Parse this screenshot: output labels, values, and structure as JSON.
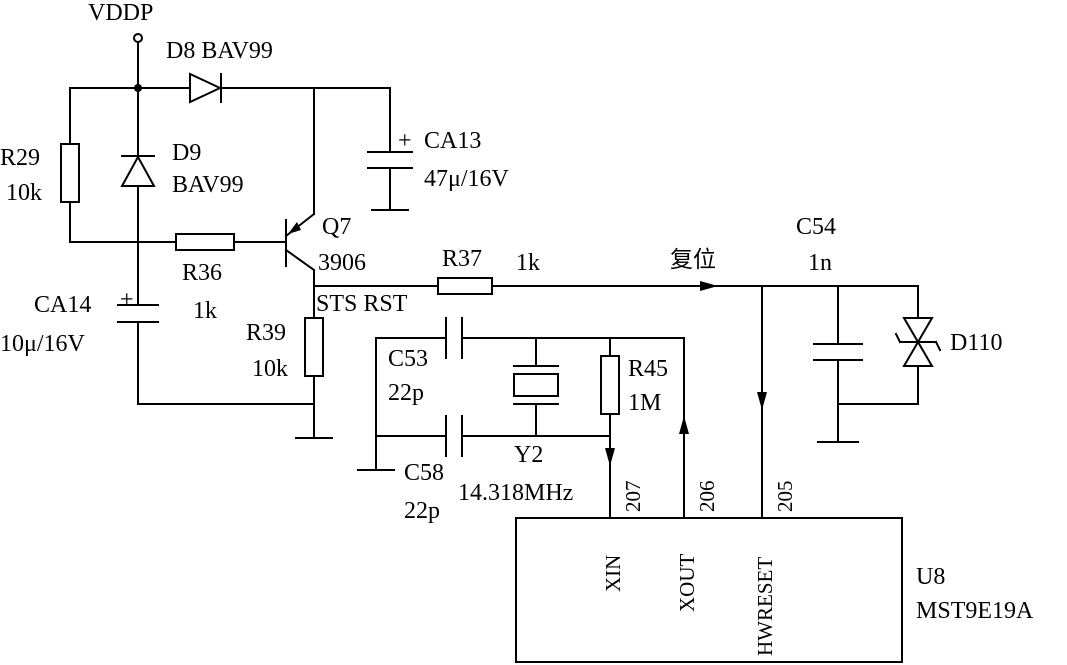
{
  "power": {
    "net": "VDDP"
  },
  "components": {
    "d8": {
      "ref": "D8 BAV99"
    },
    "d9": {
      "ref": "D9",
      "value": "BAV99"
    },
    "r29": {
      "ref": "R29",
      "value": "10k"
    },
    "ca13": {
      "ref": "CA13",
      "value": "47μ/16V",
      "polarity": "+"
    },
    "q7": {
      "ref": "Q7",
      "value": "3906"
    },
    "r36": {
      "ref": "R36",
      "value": "1k"
    },
    "r37": {
      "ref": "R37",
      "value": "1k"
    },
    "ca14": {
      "ref": "CA14",
      "value": "10μ/16V",
      "polarity": "+"
    },
    "r39": {
      "ref": "R39",
      "value": "10k"
    },
    "c53": {
      "ref": "C53",
      "value": "22p"
    },
    "c58": {
      "ref": "C58",
      "value": "22p"
    },
    "y2": {
      "ref": "Y2",
      "value": "14.318MHz"
    },
    "r45": {
      "ref": "R45",
      "value": "1M"
    },
    "c54": {
      "ref": "C54",
      "value": "1n"
    },
    "d110": {
      "ref": "D110"
    },
    "u8": {
      "ref": "U8",
      "part": "MST9E19A"
    }
  },
  "nets": {
    "sts_rst": "STS RST",
    "reset_cn": "复位"
  },
  "pins": [
    {
      "num": "207",
      "name": "XIN"
    },
    {
      "num": "206",
      "name": "XOUT"
    },
    {
      "num": "205",
      "name": "HWRESET"
    }
  ]
}
